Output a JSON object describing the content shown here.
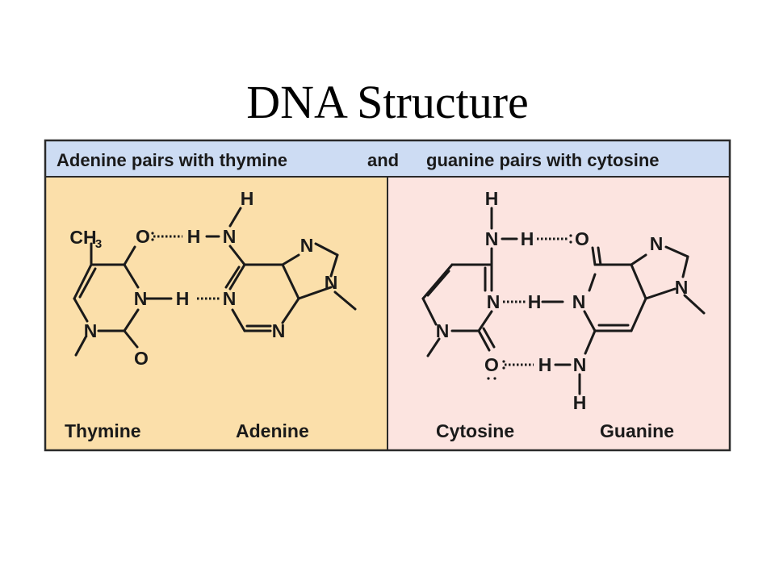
{
  "title": "DNA Structure",
  "banner": {
    "left": "Adenine pairs with thymine",
    "middle": "and",
    "right": "guanine pairs with cytosine"
  },
  "bases": {
    "thymine": "Thymine",
    "adenine": "Adenine",
    "cytosine": "Cytosine",
    "guanine": "Guanine"
  },
  "atoms": {
    "N": "N",
    "O": "O",
    "H": "H",
    "C": "CH",
    "sub3": "3"
  },
  "colors": {
    "banner_bg": "#cddcf3",
    "at_panel": "#fbdfaa",
    "gc_panel": "#fce4e0",
    "border": "#2a2a2a"
  }
}
